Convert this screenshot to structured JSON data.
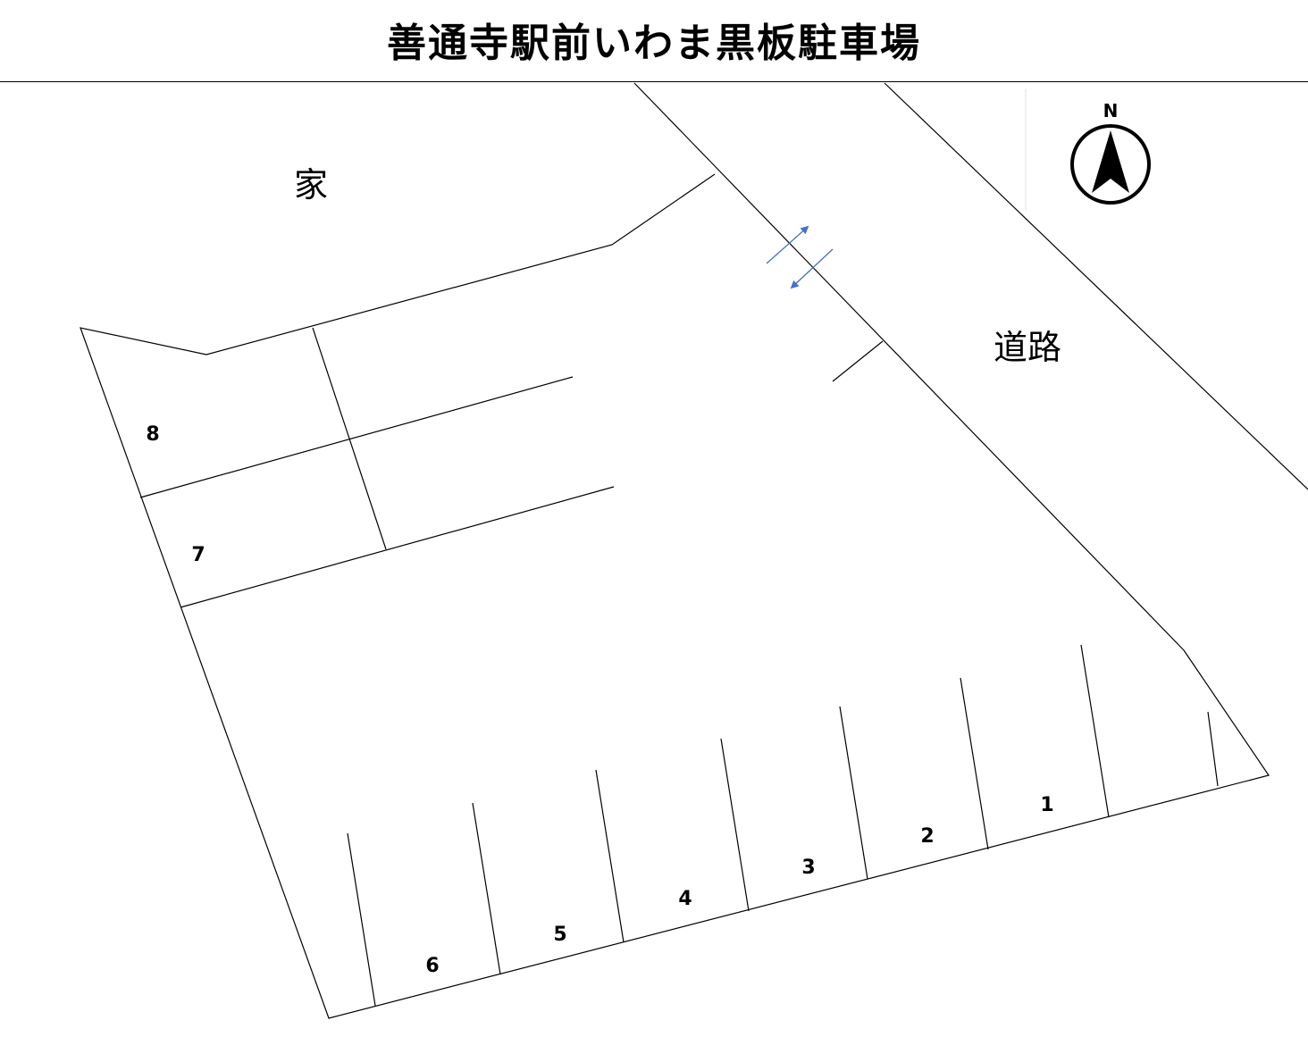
{
  "title": "善通寺駅前いわま黒板駐車場",
  "labels": {
    "house": "家",
    "road": "道路",
    "north": "N"
  },
  "spaces": [
    "1",
    "2",
    "3",
    "4",
    "5",
    "6",
    "7",
    "8"
  ],
  "colors": {
    "line": "#000000",
    "entrance_arrow": "#4472C4"
  }
}
